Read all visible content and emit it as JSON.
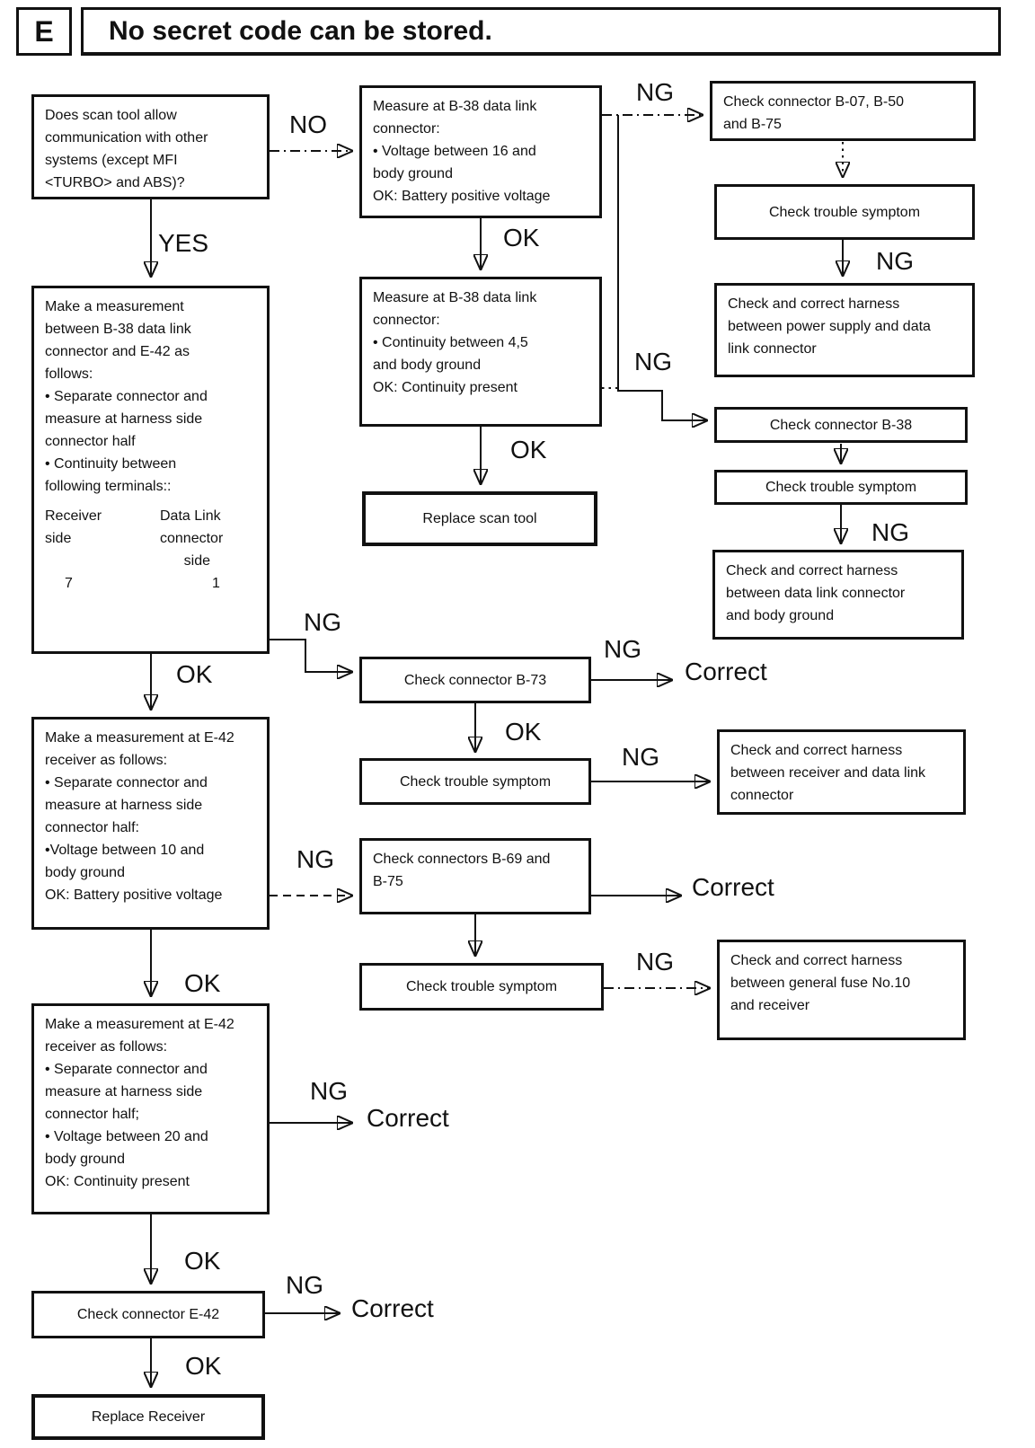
{
  "page": {
    "index_letter": "E",
    "title": "No secret code can be stored."
  },
  "colors": {
    "ink": "#111111",
    "paper": "#ffffff"
  },
  "flowchart": {
    "nodes": [
      {
        "id": "question-scan-tool",
        "text": "Does scan tool allow\ncommunication with other\nsystems (except MFI\n<TURBO> and ABS)?"
      },
      {
        "id": "measure-b38-voltage",
        "text": "Measure at B-38 data link\nconnector:\n• Voltage between 16 and\nbody ground\nOK: Battery positive voltage"
      },
      {
        "id": "check-connector-b07-b50-b75",
        "text": "Check connector B-07, B-50\nand B-75"
      },
      {
        "id": "check-trouble-symptom-1",
        "text": "Check trouble symptom"
      },
      {
        "id": "harness-power-supply-dlc",
        "text": "Check and correct harness\nbetween power supply and data\nlink connector"
      },
      {
        "id": "measure-b38-continuity",
        "text": "Measure at B-38 data link\nconnector:\n• Continuity between 4,5\nand body ground\nOK: Continuity present"
      },
      {
        "id": "check-connector-b38",
        "text": "Check connector B-38"
      },
      {
        "id": "check-trouble-symptom-2",
        "text": "Check trouble symptom"
      },
      {
        "id": "harness-dlc-body-ground",
        "text": "Check and correct harness\nbetween data link connector\nand body ground"
      },
      {
        "id": "replace-scan-tool",
        "text": "Replace scan tool"
      },
      {
        "id": "measure-b38-e42",
        "text": "Make a measurement\nbetween B-38 data link\nconnector and E-42 as\nfollows:\n• Separate connector and\nmeasure at harness side\nconnector half\n• Continuity between\nfollowing terminals::",
        "table": {
          "left_header": "Receiver\nside",
          "right_header": "Data Link\nconnector\n      side",
          "left_value": "7",
          "right_value": "1"
        }
      },
      {
        "id": "check-connector-b73",
        "text": "Check connector B-73"
      },
      {
        "id": "check-trouble-symptom-3",
        "text": "Check trouble symptom"
      },
      {
        "id": "harness-receiver-dlc",
        "text": "Check and correct harness\nbetween receiver and data link\nconnector"
      },
      {
        "id": "measure-e42-voltage-10",
        "text": "Make a measurement at E-42\nreceiver as follows:\n• Separate connector and\nmeasure at harness side\nconnector half:\n•Voltage between 10 and\nbody ground\nOK: Battery positive voltage"
      },
      {
        "id": "check-connectors-b69-b75",
        "text": "Check connectors B-69 and\nB-75"
      },
      {
        "id": "check-trouble-symptom-4",
        "text": "Check trouble symptom"
      },
      {
        "id": "harness-fuse10-receiver",
        "text": "Check and correct harness\nbetween general fuse No.10\nand receiver"
      },
      {
        "id": "measure-e42-voltage-20",
        "text": "Make a measurement at E-42\nreceiver as follows:\n• Separate connector and\nmeasure at harness side\nconnector half;\n• Voltage between 20 and\nbody ground\nOK: Continuity present"
      },
      {
        "id": "check-connector-e42",
        "text": "Check connector E-42"
      },
      {
        "id": "replace-receiver",
        "text": "Replace Receiver"
      }
    ],
    "labels": [
      {
        "id": "no-from-question",
        "text": "NO"
      },
      {
        "id": "yes-from-question",
        "text": "YES"
      },
      {
        "id": "ng-voltage",
        "text": "NG"
      },
      {
        "id": "ok-voltage",
        "text": "OK"
      },
      {
        "id": "ng-trouble-1",
        "text": "NG"
      },
      {
        "id": "ng-continuity",
        "text": "NG"
      },
      {
        "id": "ok-continuity",
        "text": "OK"
      },
      {
        "id": "ng-trouble-2",
        "text": "NG"
      },
      {
        "id": "ng-b38-e42",
        "text": "NG"
      },
      {
        "id": "ok-b38-e42",
        "text": "OK"
      },
      {
        "id": "ng-b73",
        "text": "NG"
      },
      {
        "id": "correct-b73",
        "text": "Correct"
      },
      {
        "id": "ok-b73",
        "text": "OK"
      },
      {
        "id": "ng-trouble-3",
        "text": "NG"
      },
      {
        "id": "ng-e42-voltage-10",
        "text": "NG"
      },
      {
        "id": "correct-b69",
        "text": "Correct"
      },
      {
        "id": "ng-trouble-4",
        "text": "NG"
      },
      {
        "id": "ok-e42-voltage-10",
        "text": "OK"
      },
      {
        "id": "ng-e42-voltage-20",
        "text": "NG"
      },
      {
        "id": "correct-voltage-20",
        "text": "Correct"
      },
      {
        "id": "ok-e42-voltage-20",
        "text": "OK"
      },
      {
        "id": "ng-connector-e42",
        "text": "NG"
      },
      {
        "id": "correct-connector-e42",
        "text": "Correct"
      },
      {
        "id": "ok-connector-e42",
        "text": "OK"
      }
    ]
  }
}
